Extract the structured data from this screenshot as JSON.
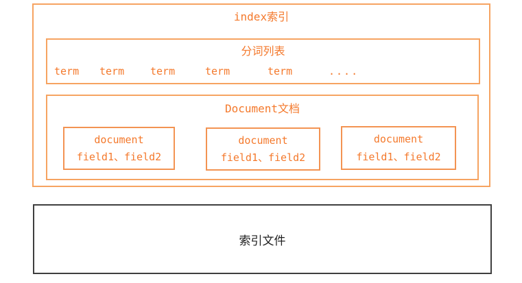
{
  "colors": {
    "orange_border": "#f6a361",
    "orange_text": "#f4792c",
    "dark_border": "#3e3e3e",
    "dark_text": "#1f1f1f"
  },
  "index_box": {
    "title": "index索引",
    "term_list": {
      "title": "分词列表",
      "terms": [
        "term",
        "term",
        "term",
        "term",
        "term",
        "...."
      ]
    },
    "document_section": {
      "title": "Document文档",
      "documents": [
        {
          "title": "document",
          "fields": "field1、field2"
        },
        {
          "title": "document",
          "fields": "field1、field2"
        },
        {
          "title": "document",
          "fields": "field1、field2"
        }
      ]
    }
  },
  "index_file_box": {
    "label": "索引文件"
  }
}
